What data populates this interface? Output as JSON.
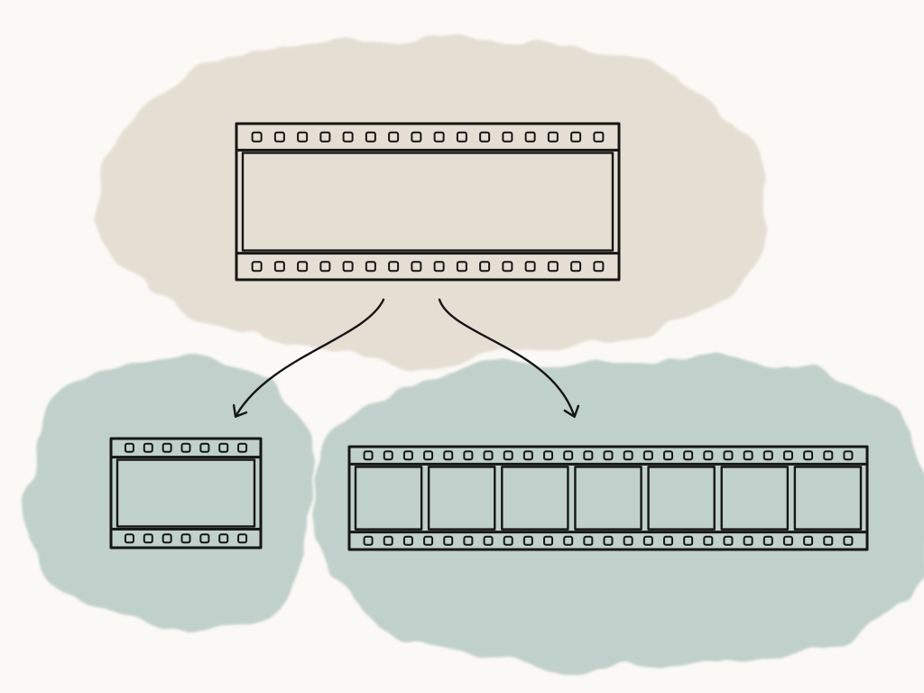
{
  "diagram": {
    "nodes": [
      {
        "id": "source-strip",
        "frames": 1,
        "blob": "tan"
      },
      {
        "id": "single-frame-strip",
        "frames": 1,
        "blob": "sage"
      },
      {
        "id": "multi-frame-strip",
        "frames": 7,
        "blob": "sage"
      }
    ],
    "edges": [
      {
        "from": "source-strip",
        "to": "single-frame-strip"
      },
      {
        "from": "source-strip",
        "to": "multi-frame-strip"
      }
    ]
  },
  "colors": {
    "background": "#fbf9f5",
    "blob_tan": "#e4ddd1",
    "blob_sage": "#bccdc7",
    "ink": "#161616"
  }
}
